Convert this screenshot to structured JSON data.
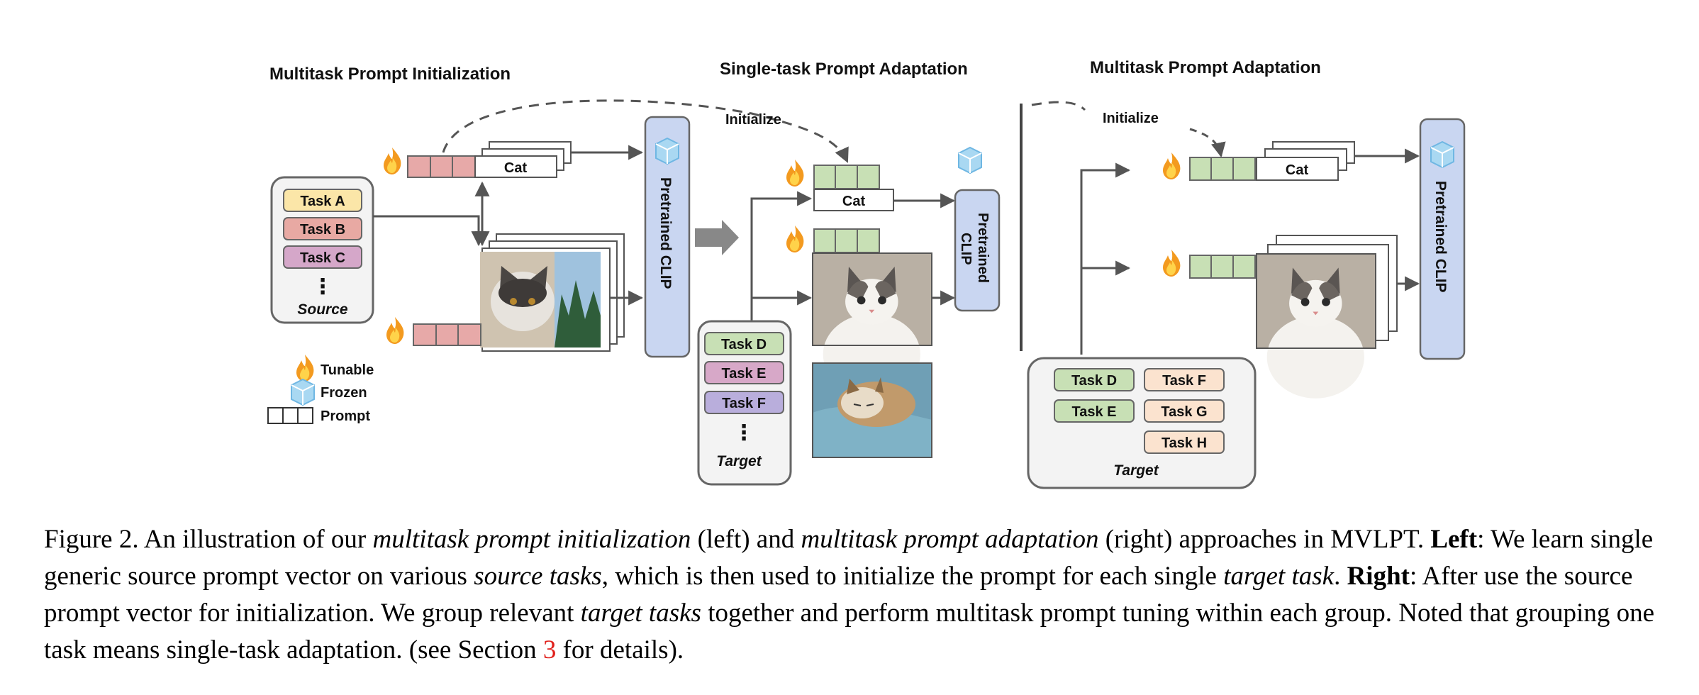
{
  "figure": {
    "left": {
      "title": "Multitask Prompt Initialization",
      "tasks": [
        "Task A",
        "Task B",
        "Task C"
      ],
      "ellipsis": "⋮",
      "group_label": "Source",
      "cat_label": "Cat",
      "model_label": "Pretrained CLIP"
    },
    "middle": {
      "title": "Single-task Prompt Adaptation",
      "initialize_label": "Initialize",
      "cat_label": "Cat",
      "model_label_line1": "Pretrained",
      "model_label_line2": "CLIP",
      "tasks": [
        "Task D",
        "Task E",
        "Task F"
      ],
      "ellipsis": "⋮",
      "group_label": "Target"
    },
    "right": {
      "title": "Multitask Prompt Adaptation",
      "initialize_label": "Initialize",
      "cat_label": "Cat",
      "model_label": "Pretrained CLIP",
      "tasks_col1": [
        "Task D",
        "Task E"
      ],
      "tasks_col2": [
        "Task F",
        "Task G",
        "Task H"
      ],
      "group_label": "Target"
    },
    "legend": {
      "tunable": "Tunable",
      "frozen": "Frozen",
      "prompt": "Prompt"
    },
    "colors": {
      "task_a": "#fbe6a8",
      "task_b": "#e8a9a3",
      "task_c": "#d5a7c9",
      "task_d": "#c8e0b5",
      "task_e": "#d7a8c8",
      "task_f_mid": "#b9aedc",
      "task_f_right": "#fbe3cf",
      "source_prompt": "#e7a9a8",
      "target_prompt": "#c8e0b5",
      "clip_box": "#c9d6f1"
    }
  },
  "caption": {
    "fig_label": "Figure 2.",
    "t1": " An illustration of our ",
    "i1": "multitask prompt initialization",
    "t2": " (left) and ",
    "i2": "multitask prompt adaptation",
    "t3": " (right) approaches in MVLPT. ",
    "b1": "Left",
    "t4": ": We learn single generic source prompt vector on various ",
    "i3": "source tasks",
    "t5": ", which is then used to initialize the prompt for each single ",
    "i4": "target task",
    "t6": ". ",
    "b2": "Right",
    "t7": ": After use the source prompt vector for initialization. We group relevant ",
    "i5": "target tasks",
    "t8": " together and perform multitask prompt tuning within each group. Noted that grouping one task means single-task adaptation. (see Section ",
    "ref": "3",
    "t9": " for details)."
  }
}
